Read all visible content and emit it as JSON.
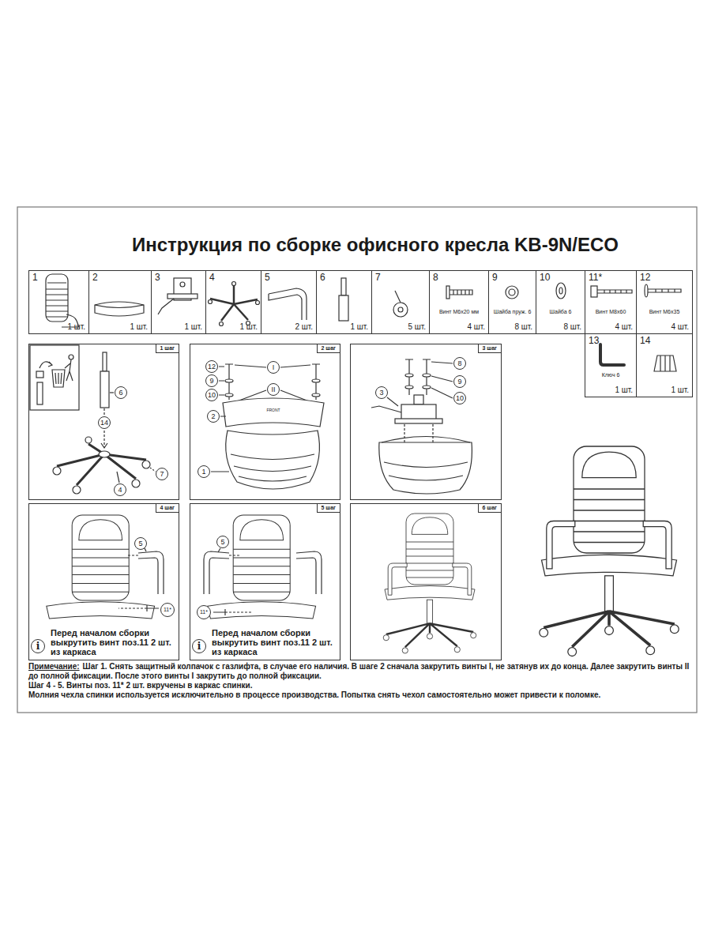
{
  "diagram": {
    "title": "Инструкция по сборке офисного кресла KB-9N/ECO",
    "nodes": [
      {
        "text": [
          "1",
          "1 шт."
        ]
      },
      {
        "text": [
          "2",
          "1 шт."
        ]
      },
      {
        "text": [
          "3",
          "1 шт."
        ]
      },
      {
        "text": [
          "4",
          "1 шт."
        ]
      },
      {
        "text": [
          "5",
          "2 шт."
        ]
      },
      {
        "text": [
          "6",
          "1 шт."
        ]
      },
      {
        "text": [
          "7",
          "5 шт."
        ]
      },
      {
        "text": [
          "8",
          "Винт М6х20 мм",
          "4 шт."
        ]
      },
      {
        "text": [
          "9",
          "Шайба пруж. 6",
          "8 шт."
        ]
      },
      {
        "text": [
          "10",
          "Шайба 6",
          "8 шт."
        ]
      },
      {
        "text": [
          "11*",
          "Винт М8х60",
          "4 шт."
        ]
      },
      {
        "text": [
          "12",
          "Винт М6х35",
          "4 шт."
        ]
      },
      {
        "text": [
          "13",
          "Ключ 6",
          "1 шт."
        ]
      },
      {
        "text": [
          "14",
          "1 шт."
        ]
      },
      {
        "text": [
          "1 шаг"
        ]
      },
      {
        "text": [
          "2 шаг"
        ]
      },
      {
        "text": [
          "3 шаг"
        ]
      },
      {
        "text": [
          "4 шаг",
          "Перед началом сборки выкрутить винт поз.11 2 шт. из каркаса"
        ]
      },
      {
        "text": [
          "5 шаг",
          "Перед началом сборки выкрутить винт поз.11 2 шт. из каркаса"
        ]
      },
      {
        "text": [
          "6 шаг"
        ]
      }
    ],
    "labels": [
      "6",
      "14",
      "4",
      "7",
      "12",
      "I",
      "9",
      "10",
      "II",
      "FRONT",
      "2",
      "1",
      "3",
      "8",
      "9",
      "10",
      "5",
      "11*",
      "i",
      "5",
      "11*",
      "i",
      "Примечание:",
      "Шаг 1. Снять защитный колпачок с газлифта, в случае его наличия. В шаге 2 сначала закрутить винты I, не затянув их до конца. Далее закрутить винты II до полной фиксации. После этого винты I закрутить до полной фиксации.",
      "Шаг 4 - 5. Винты поз. 11* 2 шт. вкручены в каркас спинки.",
      "Молния чехла спинки используется исключительно в процессе производства. Попытка снять чехол самостоятельно может привести к поломке."
    ]
  }
}
